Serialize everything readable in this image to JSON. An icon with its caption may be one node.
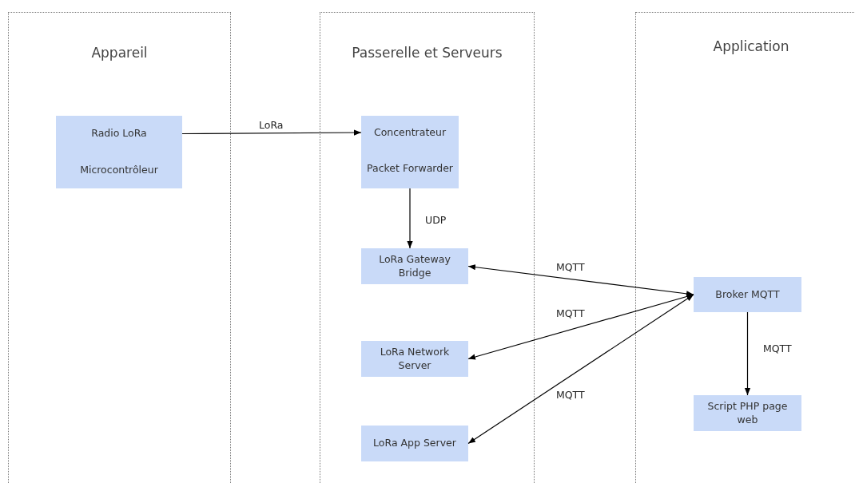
{
  "diagram": {
    "nodes": [
      {
        "text": [
          "Appareil"
        ]
      },
      {
        "text": [
          "Radio LoRa"
        ],
        "in": 0
      },
      {
        "text": [
          "Microcontrôleur"
        ],
        "in": 0
      },
      {
        "text": [
          "Passerelle et Serveurs"
        ]
      },
      {
        "text": [
          "Concentrateur"
        ],
        "in": 3
      },
      {
        "text": [
          "Packet Forwarder"
        ],
        "in": 3
      },
      {
        "text": [
          "LoRa Gateway Bridge"
        ],
        "in": 3
      },
      {
        "text": [
          "LoRa Network Server"
        ],
        "in": 3
      },
      {
        "text": [
          "LoRa App Server"
        ],
        "in": 3
      },
      {
        "text": [
          "Application"
        ]
      },
      {
        "text": [
          "Broker MQTT"
        ],
        "in": 9
      },
      {
        "text": [
          "Script PHP page web"
        ],
        "in": 9
      }
    ],
    "edges": [
      {
        "from": 1,
        "to": 4,
        "arrow": "to",
        "label": "LoRa"
      },
      {
        "from": 5,
        "to": 6,
        "arrow": "to",
        "label": "UDP"
      },
      {
        "from": 10,
        "to": 6,
        "arrow": "both",
        "label": "MQTT"
      },
      {
        "from": 10,
        "to": 7,
        "arrow": "both",
        "label": "MQTT"
      },
      {
        "from": 10,
        "to": 8,
        "arrow": "both",
        "label": "MQTT"
      },
      {
        "from": 10,
        "to": 11,
        "arrow": "to",
        "label": "MQTT"
      }
    ]
  }
}
